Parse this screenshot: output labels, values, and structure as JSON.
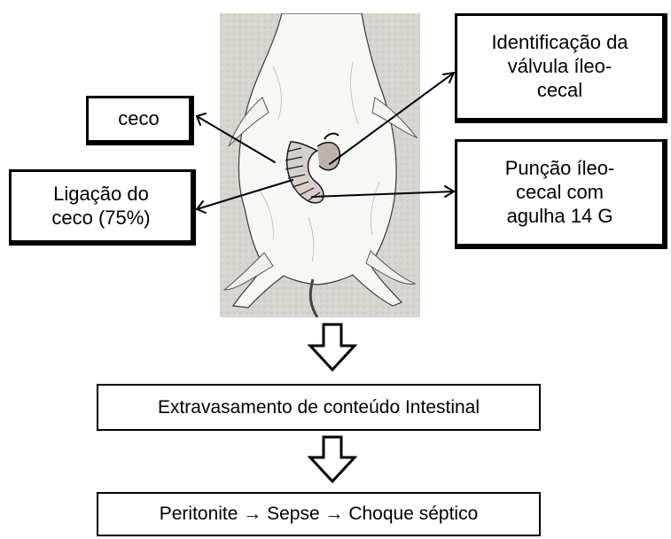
{
  "labels": {
    "ceco": "ceco",
    "ligacao": [
      "Ligação do",
      "ceco (75%)"
    ],
    "identificacao": [
      "Identificação da",
      "válvula íleo-",
      "cecal"
    ],
    "puncao": [
      "Punção íleo-",
      "cecal com",
      "agulha 14 G"
    ],
    "extravasamento": "Extravasamento de conteúdo Intestinal",
    "desfecho": "Peritonite → Sepse → Choque séptico"
  },
  "photo": {
    "subject": "rat-ventral-view-with-exposed-cecum"
  },
  "colors": {
    "border": "#000000",
    "photo_background": "#d6d3ce",
    "rat_body": "#f7f7f5"
  }
}
